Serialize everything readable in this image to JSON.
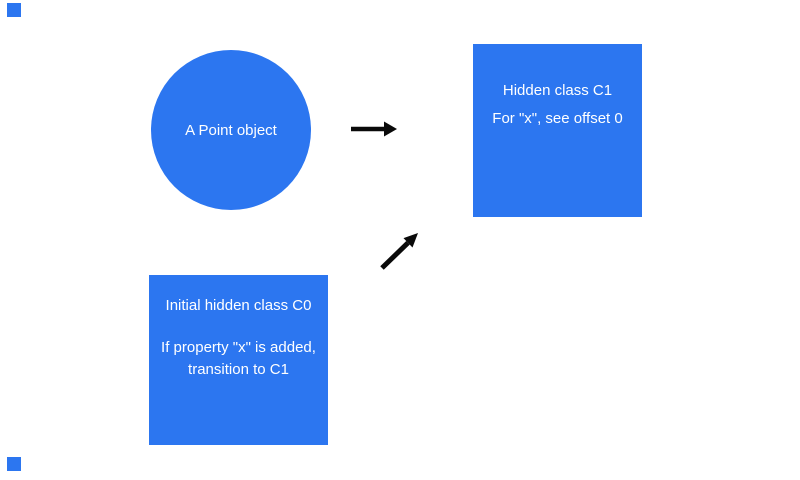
{
  "canvas": {
    "background_color": "#ffffff",
    "shape_color": "#2c76f0",
    "arrow_color": "#0a0a0a",
    "text_color": "#ffffff"
  },
  "point_object": {
    "label": "A Point object"
  },
  "class_c1": {
    "line1": "Hidden class C1",
    "line2": "For \"x\", see offset 0"
  },
  "class_c0": {
    "line1": "Initial hidden class C0",
    "line2": "If property \"x\" is added,",
    "line3": "transition to C1"
  }
}
